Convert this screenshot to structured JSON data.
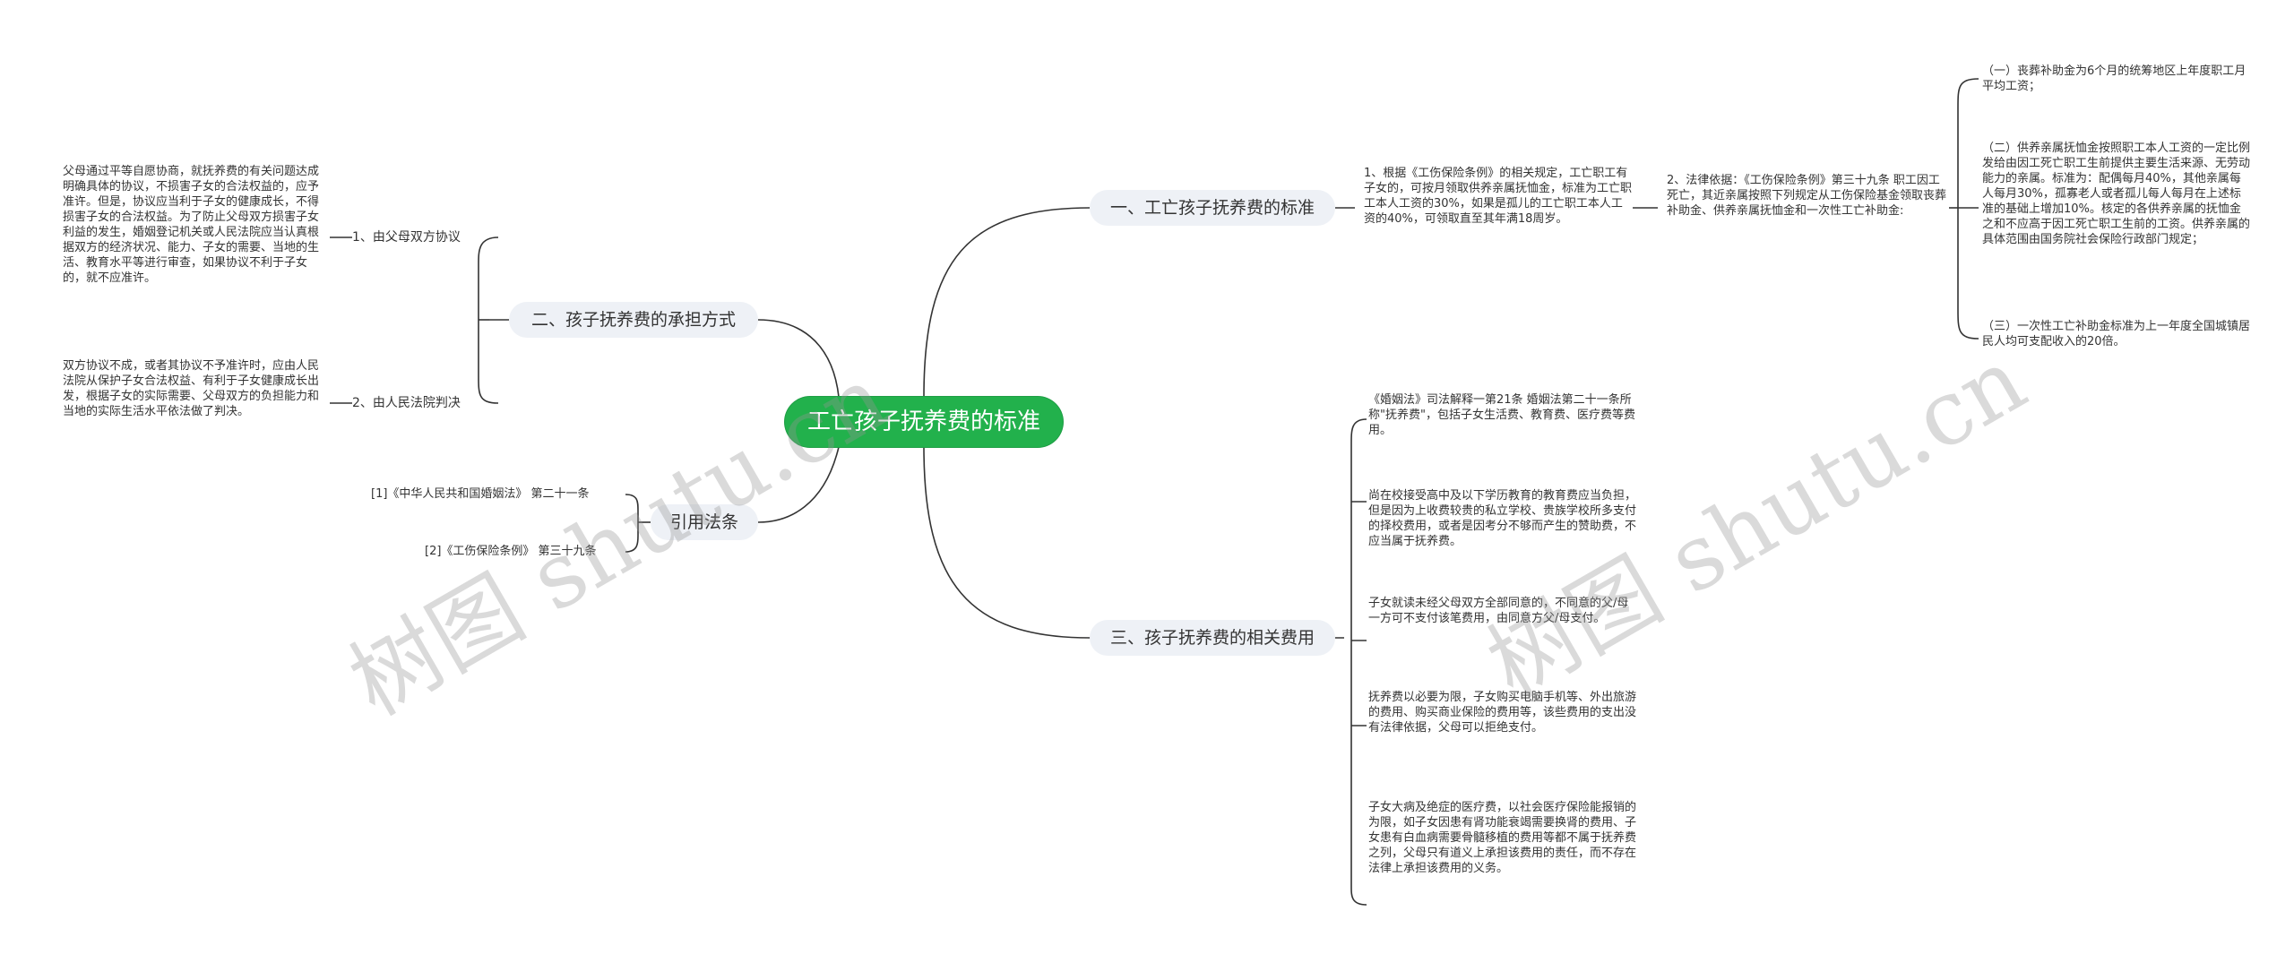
{
  "root": {
    "label": "工亡孩子抚养费的标准"
  },
  "branches": {
    "b1": {
      "label": "一、工亡孩子抚养费的标准",
      "text1": "1、根据《工伤保险条例》的相关规定，工亡职工有子女的，可按月领取供养亲属抚恤金，标准为工亡职工本人工资的30%，如果是孤儿的工亡职工本人工资的40%，可领取直至其年满18周岁。",
      "text2": "2、法律依据：《工伤保险条例》第三十九条 职工因工死亡，其近亲属按照下列规定从工伤保险基金领取丧葬补助金、供养亲属抚恤金和一次性工亡补助金:",
      "items": [
        "（一）丧葬补助金为6个月的统筹地区上年度职工月平均工资；",
        "（二）供养亲属抚恤金按照职工本人工资的一定比例发给由因工死亡职工生前提供主要生活来源、无劳动能力的亲属。标准为：配偶每月40%，其他亲属每人每月30%，孤寡老人或者孤儿每人每月在上述标准的基础上增加10%。核定的各供养亲属的抚恤金之和不应高于因工死亡职工生前的工资。供养亲属的具体范围由国务院社会保险行政部门规定；",
        "（三）一次性工亡补助金标准为上一年度全国城镇居民人均可支配收入的20倍。"
      ]
    },
    "b2": {
      "label": "二、孩子抚养费的承担方式",
      "subs": [
        {
          "label": "1、由父母双方协议",
          "text": "父母通过平等自愿协商，就抚养费的有关问题达成明确具体的协议，不损害子女的合法权益的，应予准许。但是，协议应当利于子女的健康成长，不得损害子女的合法权益。为了防止父母双方损害子女利益的发生，婚姻登记机关或人民法院应当认真根据双方的经济状况、能力、子女的需要、当地的生活、教育水平等进行审查，如果协议不利于子女的，就不应准许。"
        },
        {
          "label": "2、由人民法院判决",
          "text": "双方协议不成，或者其协议不予准许时，应由人民法院从保护子女合法权益、有利于子女健康成长出发，根据子女的实际需要、父母双方的负担能力和当地的实际生活水平依法做了判决。"
        }
      ]
    },
    "b3": {
      "label": "引用法条",
      "refs": [
        "[1]《中华人民共和国婚姻法》 第二十一条",
        "[2]《工伤保险条例》 第三十九条"
      ]
    },
    "b4": {
      "label": "三、孩子抚养费的相关费用",
      "items": [
        "《婚姻法》司法解释一第21条 婚姻法第二十一条所称\"抚养费\"，包括子女生活费、教育费、医疗费等费用。",
        "尚在校接受高中及以下学历教育的教育费应当负担，但是因为上收费较贵的私立学校、贵族学校所多支付的择校费用，或者是因考分不够而产生的赞助费，不应当属于抚养费。",
        "子女就读未经父母双方全部同意的，不同意的父/母一方可不支付该笔费用，由同意方父/母支付。",
        "抚养费以必要为限，子女购买电脑手机等、外出旅游的费用、购买商业保险的费用等，该些费用的支出没有法律依据，父母可以拒绝支付。",
        "子女大病及绝症的医疗费，以社会医疗保险能报销的为限，如子女因患有肾功能衰竭需要换肾的费用、子女患有白血病需要骨髓移植的费用等都不属于抚养费之列，父母只有道义上承担该费用的责任，而不存在法律上承担该费用的义务。"
      ]
    }
  },
  "watermarks": [
    "树图 shutu.cn",
    "树图 shutu.cn"
  ],
  "colors": {
    "root_bg": "#22b14c",
    "branch_bg": "#eef1f6",
    "line": "#333333"
  }
}
